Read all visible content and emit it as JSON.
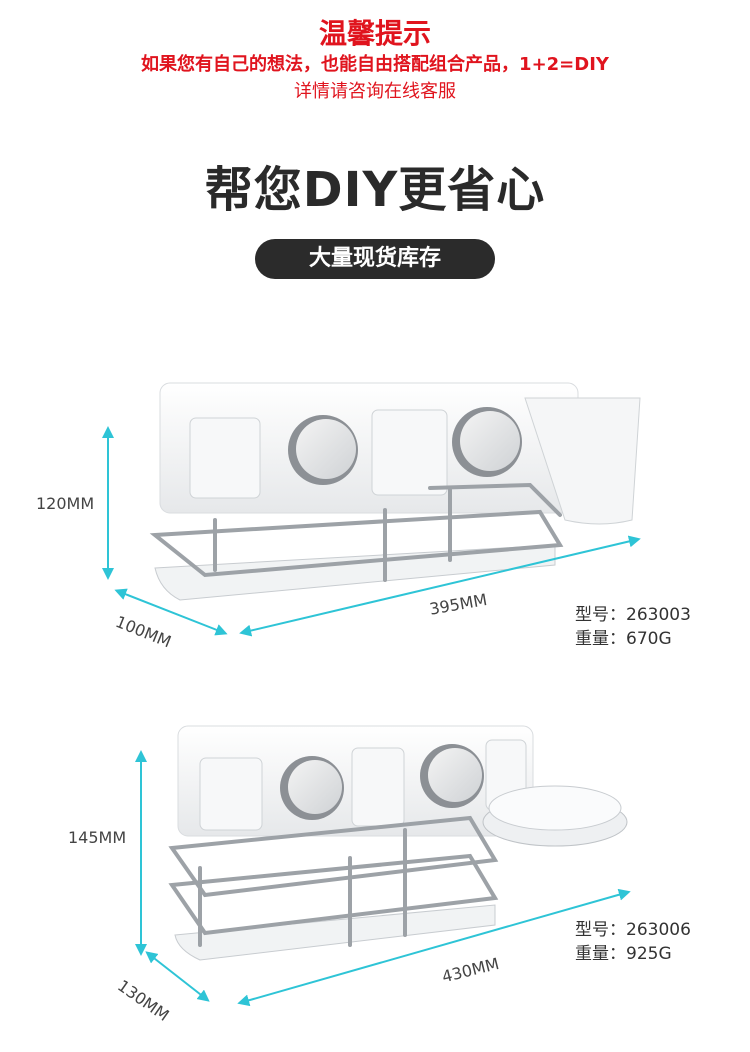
{
  "notice": {
    "title": "温馨提示",
    "line1": "如果您有自己的想法，也能自由搭配组合产品，1+2=DIY",
    "line2": "详情请咨询在线客服"
  },
  "headline": "帮您DIY更省心",
  "badge": "大量现货库存",
  "products": [
    {
      "height_label": "120MM",
      "depth_label": "100MM",
      "width_label": "395MM",
      "model_label": "型号：263003",
      "weight_label": "重量：670G"
    },
    {
      "height_label": "145MM",
      "depth_label": "130MM",
      "width_label": "430MM",
      "model_label": "型号：263006",
      "weight_label": "重量：925G"
    }
  ],
  "colors": {
    "accent_red": "#e0141e",
    "dimension_arrow": "#2ec4d6",
    "badge_bg": "#2b2b2b"
  }
}
